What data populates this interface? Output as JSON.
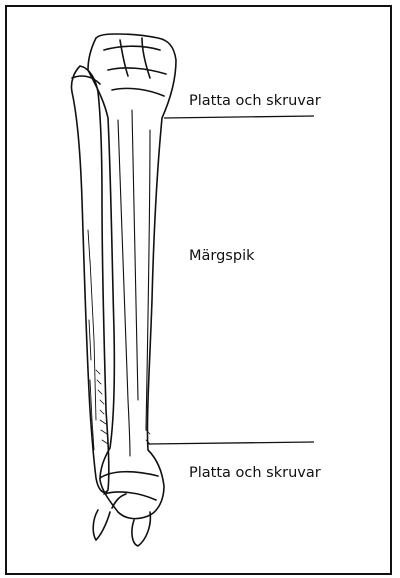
{
  "diagram": {
    "labels": {
      "top": "Platta och skruvar",
      "middle": "Märgspik",
      "bottom": "Platta och skruvar"
    },
    "colors": {
      "line": "#111111",
      "background": "#ffffff"
    }
  }
}
